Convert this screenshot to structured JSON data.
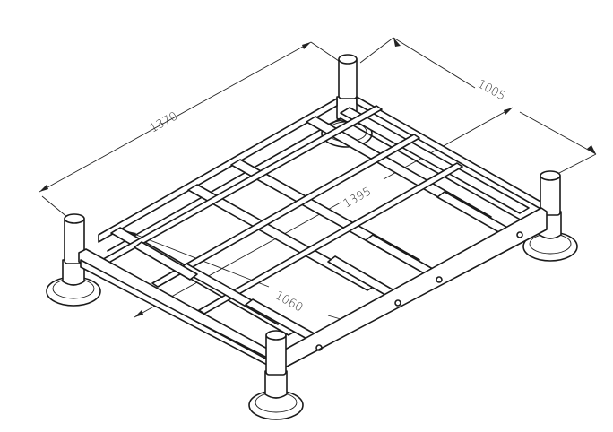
{
  "dimensions": {
    "length_outer": "1370",
    "width_outer": "1005",
    "diagonal": "1395",
    "inner_width": "1060"
  }
}
